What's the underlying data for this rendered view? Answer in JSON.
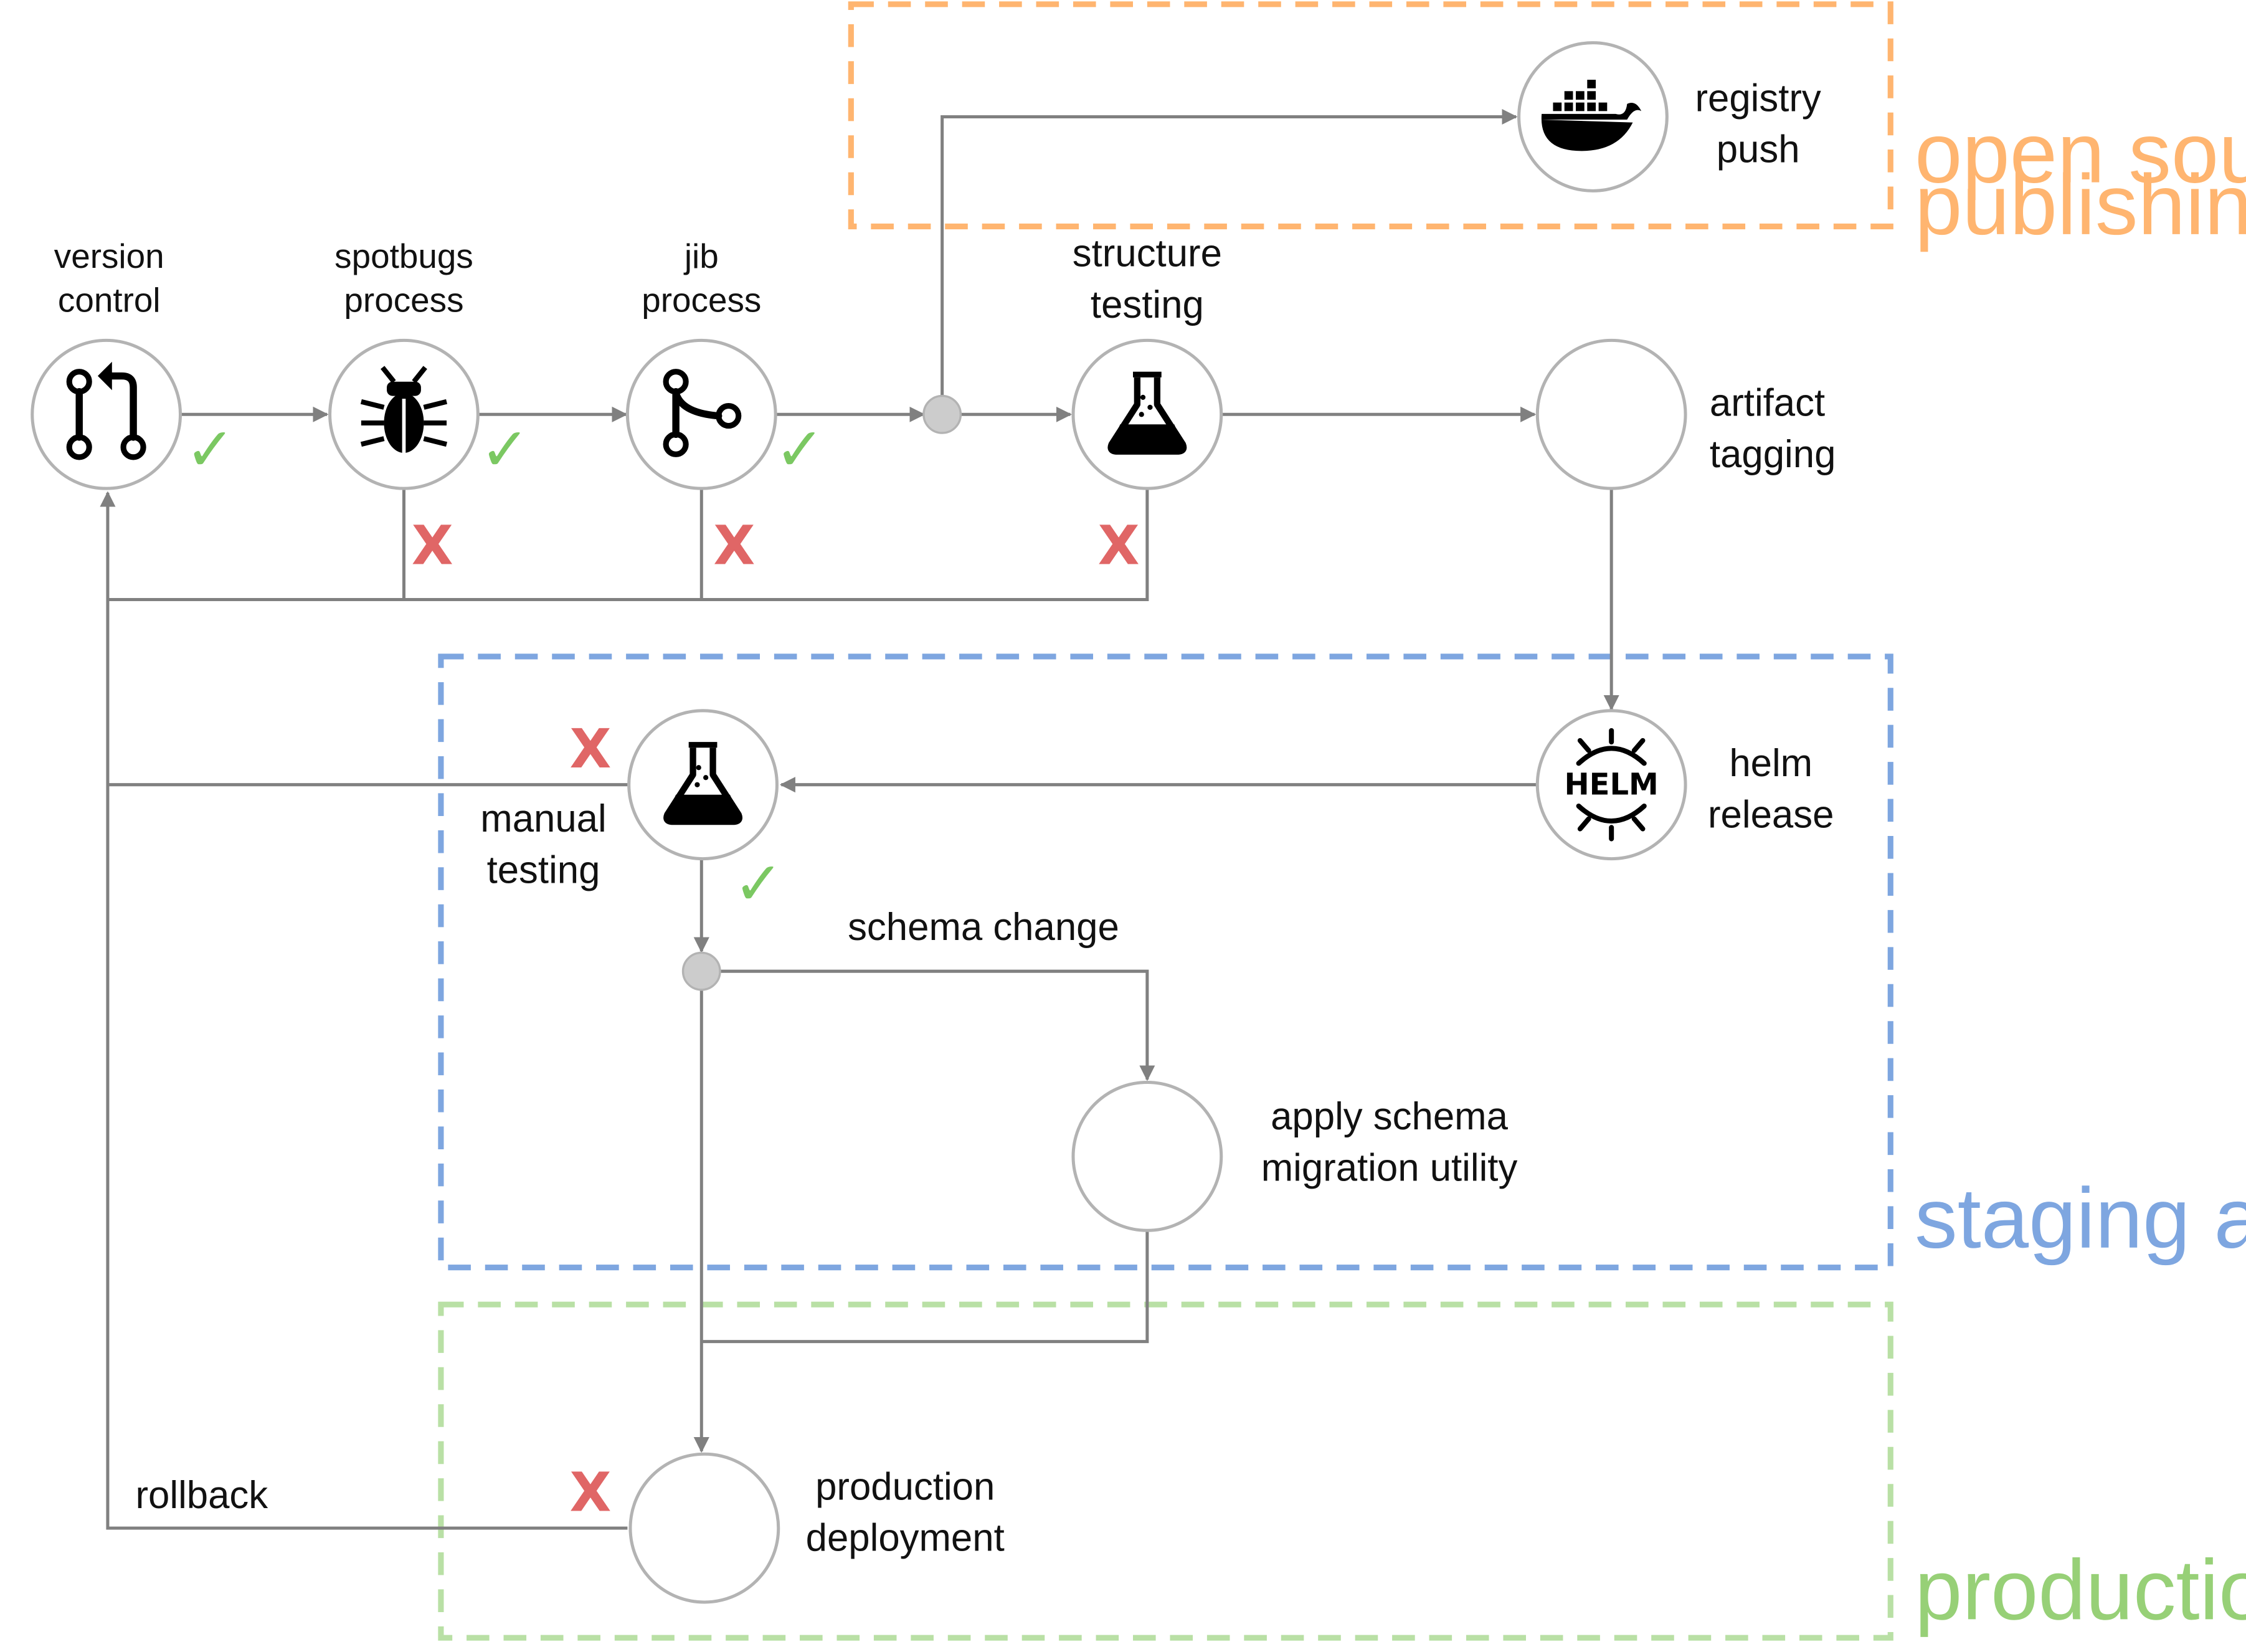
{
  "colors": {
    "line": "#808080",
    "node_stroke": "#b3b3b3",
    "junction": "#cccccc",
    "icon": "#000000",
    "fail": "#e06666",
    "pass": "#7bc862",
    "open_source_area": "#ffb570",
    "staging_area": "#7ea6e0",
    "production_area": "#b9e0a5"
  },
  "areas": {
    "open_source": "open source\npublishing area",
    "staging": "staging area",
    "production": "production area"
  },
  "nodes": {
    "version_control": {
      "label": "version\ncontrol",
      "icon": "pull-request-icon"
    },
    "spotbugs": {
      "label": "spotbugs\nprocess",
      "icon": "bug-icon"
    },
    "jib": {
      "label": "jib\nprocess",
      "icon": "git-branch-icon"
    },
    "structure_testing": {
      "label": "structure\ntesting",
      "icon": "flask-icon"
    },
    "registry_push": {
      "label": "registry\npush",
      "icon": "docker-whale-icon"
    },
    "artifact_tagging": {
      "label": "artifact\ntagging"
    },
    "helm_release": {
      "label": "helm\nrelease",
      "icon": "helm-logo",
      "icon_text": "HELM"
    },
    "manual_testing": {
      "label": "manual\ntesting",
      "icon": "flask-icon"
    },
    "schema_migration": {
      "label": "apply schema\nmigration utility"
    },
    "production_deployment": {
      "label": "production\ndeployment"
    }
  },
  "edge_labels": {
    "schema_change": "schema change",
    "rollback": "rollback"
  },
  "marks": {
    "pass": "✓",
    "fail": "X"
  }
}
